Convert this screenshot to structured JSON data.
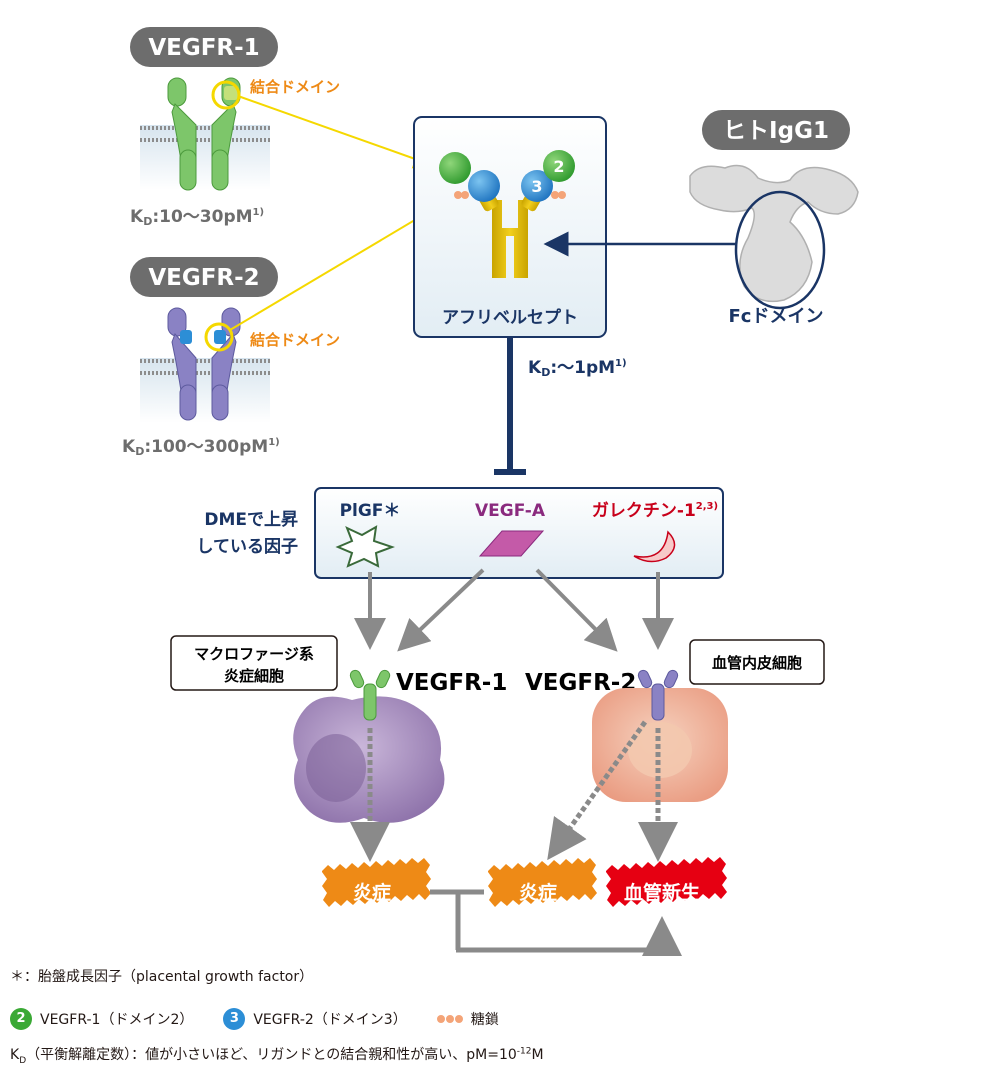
{
  "top": {
    "vegfr1_pill": "VEGFR-1",
    "vegfr1_binding": "結合ドメイン",
    "vegfr1_kd_main": "K",
    "vegfr1_kd_sub": "D",
    "vegfr1_kd_value": ":10～30pM",
    "vegfr1_kd_ref": "1)",
    "vegfr2_pill": "VEGFR-2",
    "vegfr2_binding": "結合ドメイン",
    "vegfr2_kd_main": "K",
    "vegfr2_kd_sub": "D",
    "vegfr2_kd_value": ":100～300pM",
    "vegfr2_kd_ref": "1)",
    "aflibercept_label": "アフリベルセプト",
    "domain2_num": "2",
    "domain3_num": "3",
    "igg_pill": "ヒトIgG1",
    "fc_label": "Fcドメイン",
    "afl_kd_main": "K",
    "afl_kd_sub": "D",
    "afl_kd_value": ":～1pM",
    "afl_kd_ref": "1)"
  },
  "factors": {
    "side_label_line1": "DMEで上昇",
    "side_label_line2": "している因子",
    "plgf": "PlGF＊",
    "vegfa": "VEGF-A",
    "galectin": "ガレクチン-1",
    "galectin_ref": "2,3)"
  },
  "cells": {
    "macro_box_line1": "マクロファージ系",
    "macro_box_line2": "炎症細胞",
    "vegfr1": "VEGFR-1",
    "vegfr2": "VEGFR-2",
    "endo_box": "血管内皮細胞"
  },
  "outcomes": {
    "inflam_left": "炎症",
    "inflam_right": "炎症",
    "angiogenesis": "血管新生"
  },
  "footnotes": {
    "asterisk_note": "＊：胎盤成長因子（placental growth factor）",
    "legend_2_num": "2",
    "legend_2_text": "VEGFR-1（ドメイン2）",
    "legend_3_num": "3",
    "legend_3_text": "VEGFR-2（ドメイン3）",
    "legend_sugar": "糖鎖",
    "kd_note_main": "K",
    "kd_note_sub": "D",
    "kd_note_text": "（平衡解離定数）：値が小さいほど、リガンドとの結合親和性が高い、pM=10",
    "kd_note_exp": "-12",
    "kd_note_end": "M"
  },
  "colors": {
    "navy": "#1a3565",
    "orange": "#ee8a16",
    "red": "#e60012",
    "green": "#3aa935",
    "blue": "#2c8ed6",
    "purple": "#8a2a7e",
    "gray_arrow": "#8a8a8a"
  }
}
